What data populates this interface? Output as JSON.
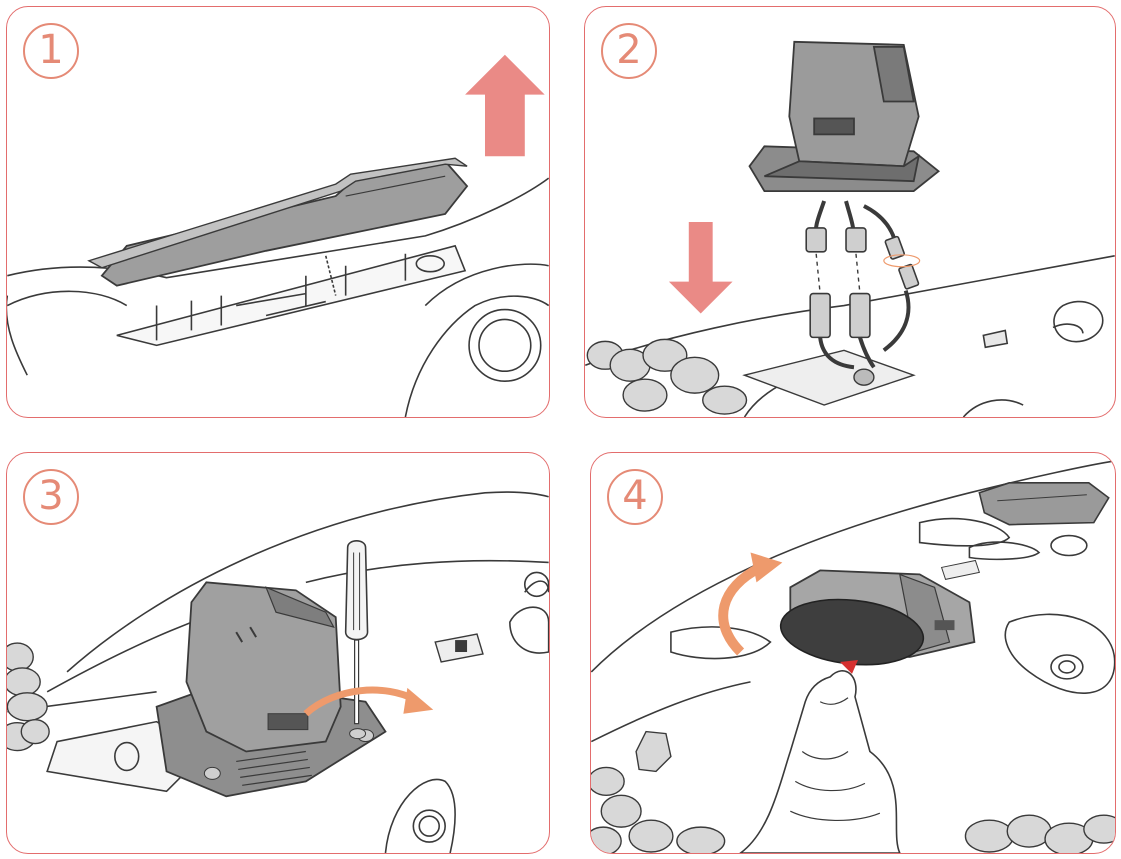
{
  "steps": [
    {
      "number": "1"
    },
    {
      "number": "2"
    },
    {
      "number": "3"
    },
    {
      "number": "4"
    }
  ],
  "colors": {
    "panel_border": "#e36d6d",
    "badge": "#e58a76",
    "arrow_red": "#ea8a86",
    "arrow_orange": "#ee9a6c",
    "part_gray": "#a9a9a9",
    "part_dark": "#4b4b4b",
    "line": "#3a3a3a"
  },
  "icons": [
    "up-arrow-icon",
    "down-arrow-icon",
    "rotate-arrow-icon",
    "screwdriver-icon"
  ]
}
